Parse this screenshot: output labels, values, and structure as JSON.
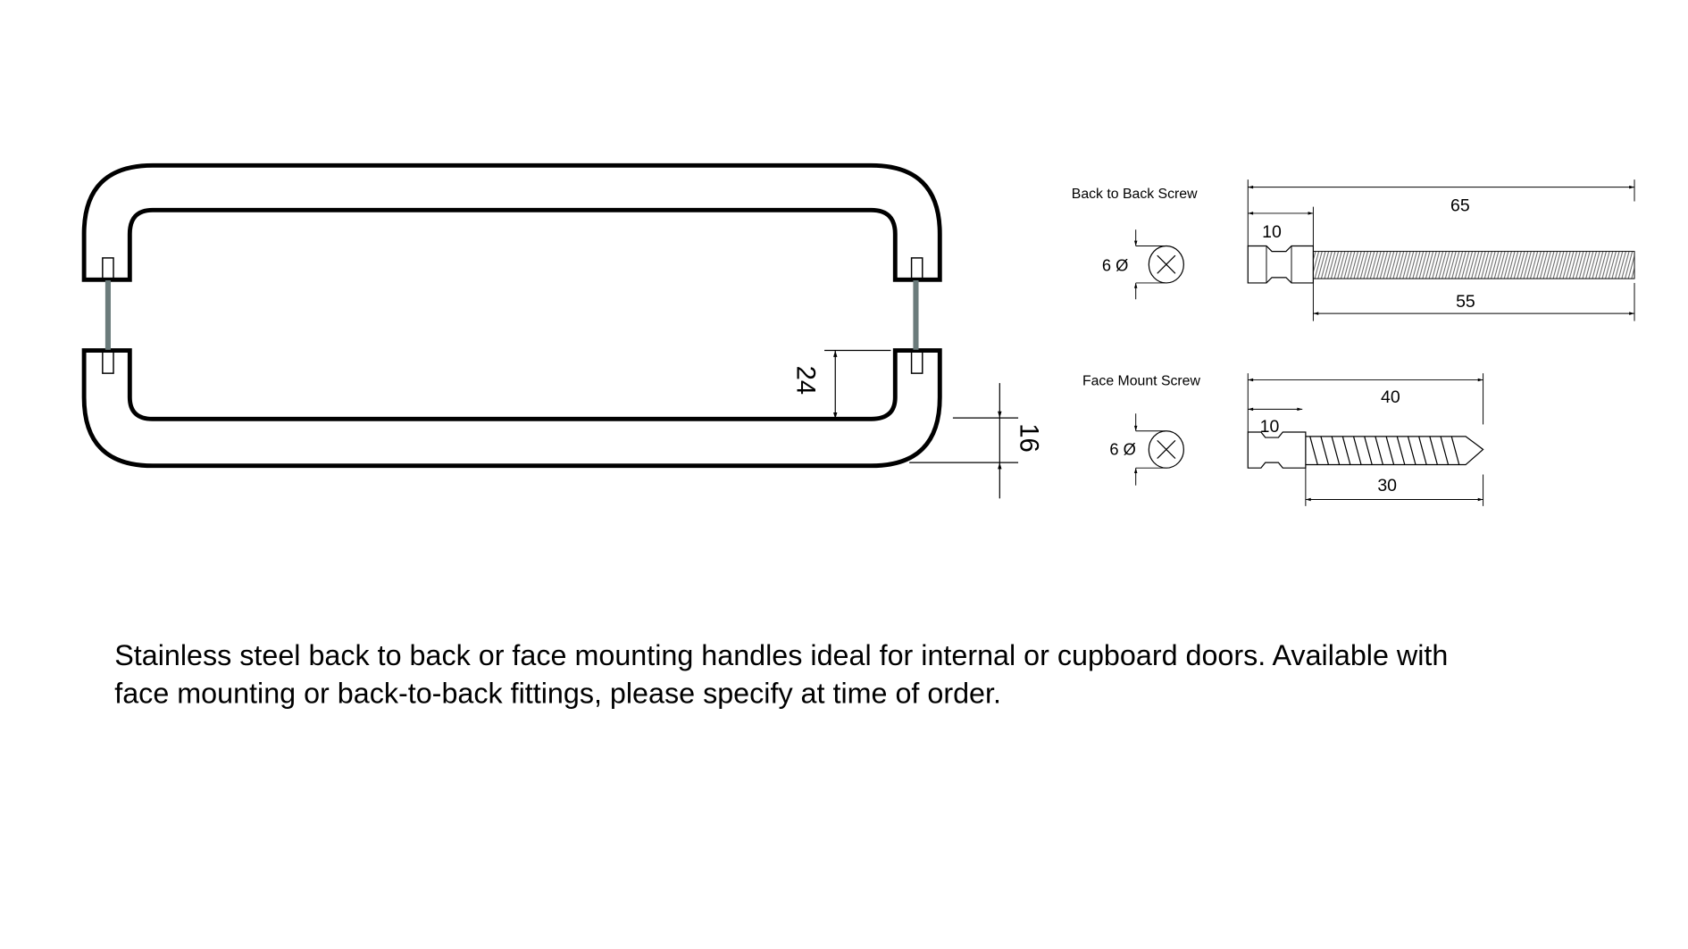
{
  "handle": {
    "dim_gap": "24",
    "dim_thickness": "16",
    "rod_color": "#6b7b7b"
  },
  "back_to_back": {
    "label": "Back to Back Screw",
    "diameter": "6 Ø",
    "overall": "65",
    "head": "10",
    "thread": "55"
  },
  "face_mount": {
    "label": "Face Mount Screw",
    "diameter": "6 Ø",
    "overall": "40",
    "head": "10",
    "thread": "30"
  },
  "description": {
    "line1": "Stainless steel back to back or face mounting handles ideal for internal or cupboard doors. Available with",
    "line2": "face mounting or back-to-back fittings, please specify at time of order."
  }
}
